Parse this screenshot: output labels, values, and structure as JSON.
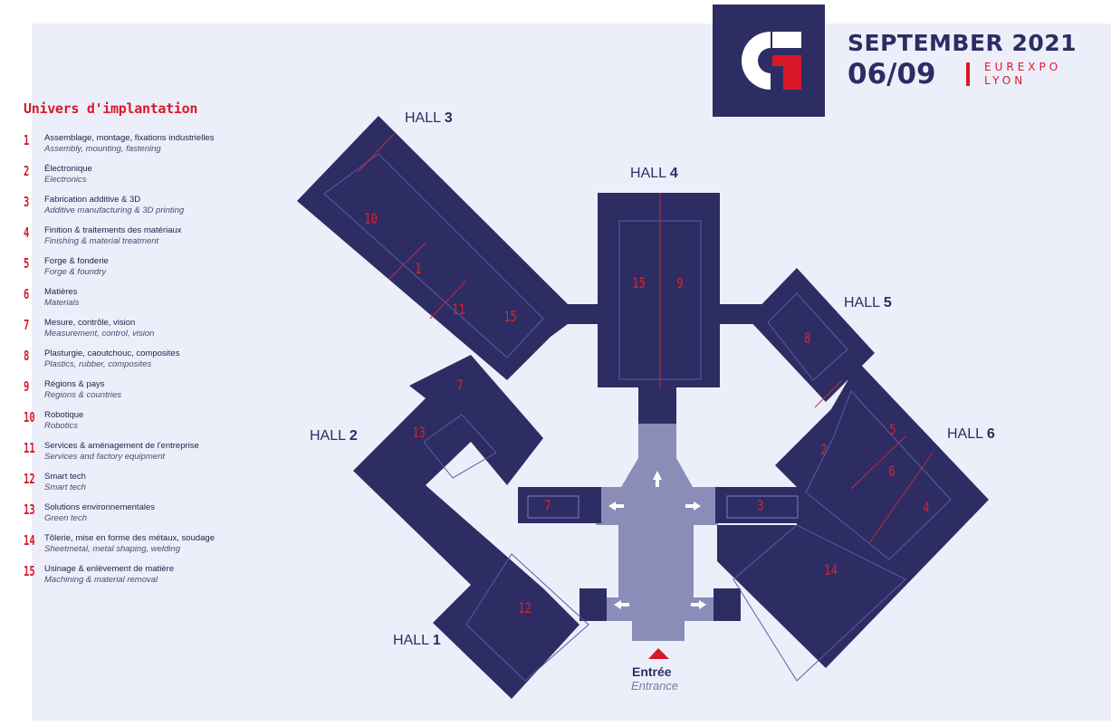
{
  "colors": {
    "hall_fill": "#2d2d64",
    "corridor_fill": "#8a8db8",
    "zone_text": "#e0202a",
    "accent_red": "#d9182a",
    "background_panel": "#eceffa"
  },
  "event": {
    "date_line": "SEPTEMBER 2021",
    "day": "06/09",
    "venue_line1": "EUREXPO",
    "venue_line2": "LYON"
  },
  "legend": {
    "title": "Univers d'implantation",
    "items": [
      {
        "num": "1",
        "fr": "Assemblage, montage, fixations industrielles",
        "en": "Assembly, mounting, fastening"
      },
      {
        "num": "2",
        "fr": "Électronique",
        "en": "Electronics"
      },
      {
        "num": "3",
        "fr": "Fabrication additive & 3D",
        "en": "Additive manufacturing & 3D printing"
      },
      {
        "num": "4",
        "fr": "Finition & traitements des matériaux",
        "en": "Finishing & material treatment"
      },
      {
        "num": "5",
        "fr": "Forge & fonderie",
        "en": "Forge & foundry"
      },
      {
        "num": "6",
        "fr": "Matières",
        "en": "Materials"
      },
      {
        "num": "7",
        "fr": "Mesure, contrôle, vision",
        "en": "Measurement, control, vision"
      },
      {
        "num": "8",
        "fr": "Plasturgie, caoutchouc, composites",
        "en": "Plastics, rubber, composites"
      },
      {
        "num": "9",
        "fr": "Régions & pays",
        "en": "Regions & countries"
      },
      {
        "num": "10",
        "fr": "Robotique",
        "en": "Robotics"
      },
      {
        "num": "11",
        "fr": "Services & aménagement de l'entreprise",
        "en": "Services and factory equipment"
      },
      {
        "num": "12",
        "fr": "Smart tech",
        "en": "Smart tech"
      },
      {
        "num": "13",
        "fr": "Solutions environnementales",
        "en": "Green tech"
      },
      {
        "num": "14",
        "fr": "Tôlerie, mise en forme des métaux, soudage",
        "en": "Sheetmetal, metal shaping, welding"
      },
      {
        "num": "15",
        "fr": "Usinage & enlèvement de matière",
        "en": "Machining & material removal"
      }
    ]
  },
  "halls": [
    {
      "prefix": "HALL",
      "num": "1"
    },
    {
      "prefix": "HALL",
      "num": "2"
    },
    {
      "prefix": "HALL",
      "num": "3"
    },
    {
      "prefix": "HALL",
      "num": "4"
    },
    {
      "prefix": "HALL",
      "num": "5"
    },
    {
      "prefix": "HALL",
      "num": "6"
    }
  ],
  "zones": [
    "10",
    "1",
    "11",
    "15",
    "7",
    "13",
    "15",
    "9",
    "8",
    "2",
    "5",
    "6",
    "4",
    "7",
    "3",
    "14",
    "12"
  ],
  "entrance": {
    "fr": "Entrée",
    "en": "Entrance"
  }
}
